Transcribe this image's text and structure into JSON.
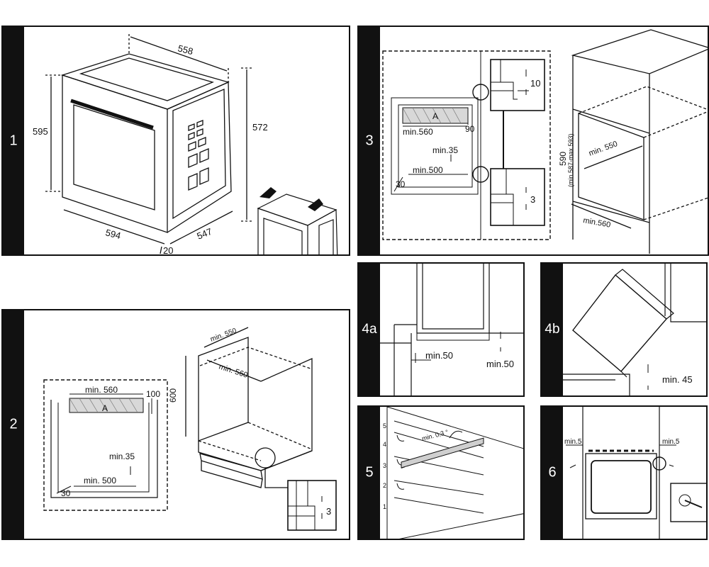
{
  "panels": {
    "p1": {
      "number": "1",
      "dims": {
        "width": "558",
        "height": "595",
        "depth": "572",
        "front_width": "594",
        "side_depth": "547",
        "panel_offset": "20"
      }
    },
    "p2": {
      "number": "2",
      "labels": {
        "min560": "min. 560",
        "d100": "100",
        "a": "A",
        "min35": "min.35",
        "min500": "min. 500",
        "d30": "30",
        "d600": "600",
        "min550": "min. 550",
        "min560b": "min. 560",
        "d3": "3"
      }
    },
    "p3": {
      "number": "3",
      "labels": {
        "a": "A",
        "min560": "min.560",
        "d90": "90",
        "min35": "min.35",
        "min500": "min.500",
        "d30": "30",
        "d10": "10",
        "d3": "3",
        "d590": "590",
        "range": "(min.587-max.593)",
        "min550": "min. 550",
        "min560b": "min.560"
      }
    },
    "p4a": {
      "number": "4a",
      "labels": {
        "min50a": "min.50",
        "min50b": "min.50"
      }
    },
    "p4b": {
      "number": "4b",
      "labels": {
        "min45": "min. 45"
      }
    },
    "p5": {
      "number": "5",
      "labels": {
        "angle": "min. 0,3 °",
        "l5": "5",
        "l4": "4",
        "l3": "3",
        "l2": "2",
        "l1": "1"
      }
    },
    "p6": {
      "number": "6",
      "labels": {
        "min5a": "min.5",
        "min5b": "min.5"
      }
    }
  }
}
